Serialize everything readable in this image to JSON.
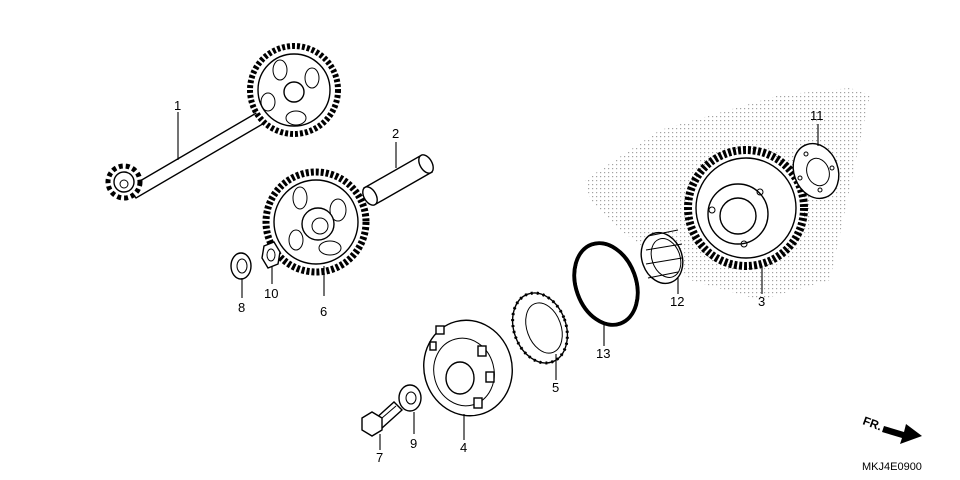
{
  "diagram": {
    "drawing_code": "MKJ4E0900",
    "direction_label": "FR.",
    "callouts": [
      {
        "id": "1",
        "label": "1"
      },
      {
        "id": "2",
        "label": "2"
      },
      {
        "id": "3",
        "label": "3"
      },
      {
        "id": "4",
        "label": "4"
      },
      {
        "id": "5",
        "label": "5"
      },
      {
        "id": "6",
        "label": "6"
      },
      {
        "id": "7",
        "label": "7"
      },
      {
        "id": "8",
        "label": "8"
      },
      {
        "id": "9",
        "label": "9"
      },
      {
        "id": "10",
        "label": "10"
      },
      {
        "id": "11",
        "label": "11"
      },
      {
        "id": "12",
        "label": "12"
      },
      {
        "id": "13",
        "label": "13"
      }
    ]
  }
}
